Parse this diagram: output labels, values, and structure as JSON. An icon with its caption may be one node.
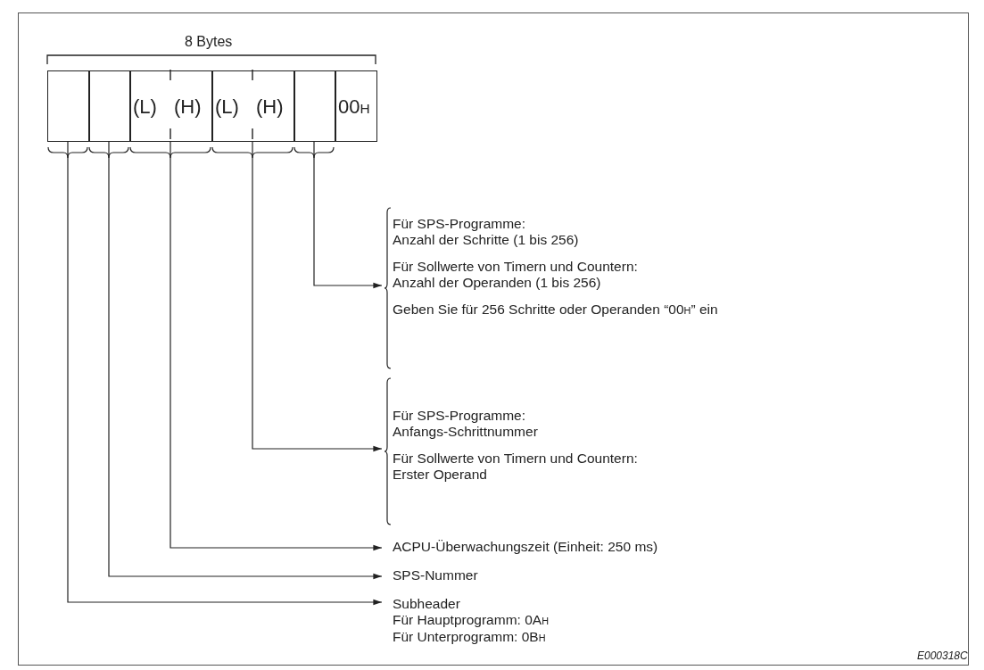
{
  "diagram": {
    "nodes": [
      {
        "text": [],
        "shape": "box"
      },
      {
        "text": [],
        "shape": "box"
      },
      {
        "text": [
          "(L)",
          "(H)"
        ]
      },
      {
        "text": [
          "(L)",
          "(H)"
        ]
      },
      {
        "text": [],
        "shape": "box"
      },
      {
        "text": [
          "00$_{H}$"
        ]
      },
      {
        "text": [
          "Für SPS-Programme: Anzahl der Schritte (1 bis 256)",
          "Für Sollwerte von Timern und Countern: Anzahl der Operanden (1 bis 256)",
          "Geben Sie für 256 Schritte oder Operanden “00$_{H}$” ein"
        ]
      },
      {
        "text": [
          "Für SPS-Programme: Anfangs-Schrittnummer",
          "Für Sollwerte von Timern und Countern: Erster Operand"
        ]
      },
      {
        "text": [
          "ACPU-Überwachungszeit (Einheit: 250 ms)"
        ]
      },
      {
        "text": [
          "SPS-Nummer"
        ]
      },
      {
        "text": [
          "Subheader",
          "Für Hauptprogramm: 0A$_{H}$",
          "Für Unterprogramm: 0B$_{H}$"
        ]
      }
    ],
    "edges": [
      {
        "from": 4,
        "to": 6,
        "arrow": "to"
      },
      {
        "from": 3,
        "to": 7,
        "arrow": "to"
      },
      {
        "from": 2,
        "to": 8,
        "arrow": "to"
      },
      {
        "from": 1,
        "to": 9,
        "arrow": "to"
      },
      {
        "from": 0,
        "to": 10,
        "arrow": "to"
      }
    ],
    "labels": [
      "8 Bytes",
      "E000318C"
    ]
  }
}
